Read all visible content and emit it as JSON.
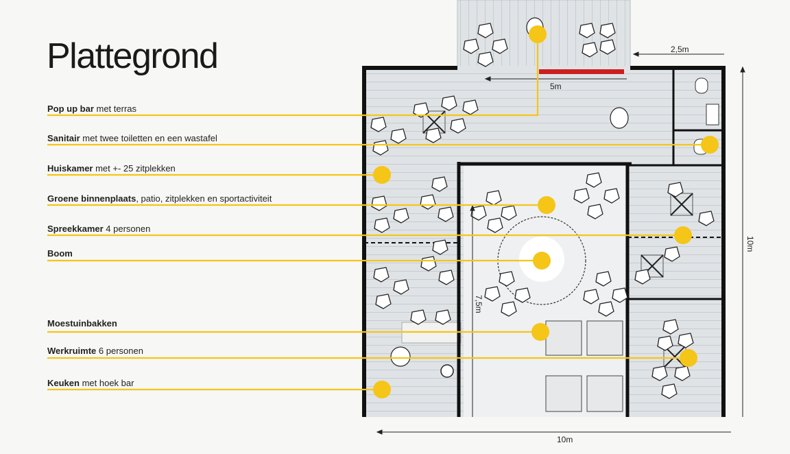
{
  "title": "Plattegrond",
  "legend": [
    {
      "bold": "Pop up bar",
      "rest": " met terras"
    },
    {
      "bold": "Sanitair",
      "rest": " met twee toiletten en een wastafel"
    },
    {
      "bold": "Huiskamer",
      "rest": " met +- 25 zitplekken"
    },
    {
      "bold": "Groene binnenplaats",
      "rest": ", patio, zitplekken en sportactiviteit"
    },
    {
      "bold": "Spreekkamer",
      "rest": " 4 personen"
    },
    {
      "bold": "Boom",
      "rest": ""
    },
    {
      "bold": "Moestuinbakken",
      "rest": ""
    },
    {
      "bold": "Werkruimte",
      "rest": " 6 personen"
    },
    {
      "bold": "Keuken",
      "rest": " met hoek bar"
    }
  ],
  "dimensions": {
    "top_right": "2,5m",
    "bar_width": "5m",
    "right_height": "10m",
    "bottom_width": "10m",
    "courtyard_height": "7,5m"
  },
  "colors": {
    "marker": "#f5c518",
    "line": "#f5c518",
    "wall": "#111111",
    "bar_counter": "#cc1f1f",
    "floor": "#dfe3e6"
  }
}
